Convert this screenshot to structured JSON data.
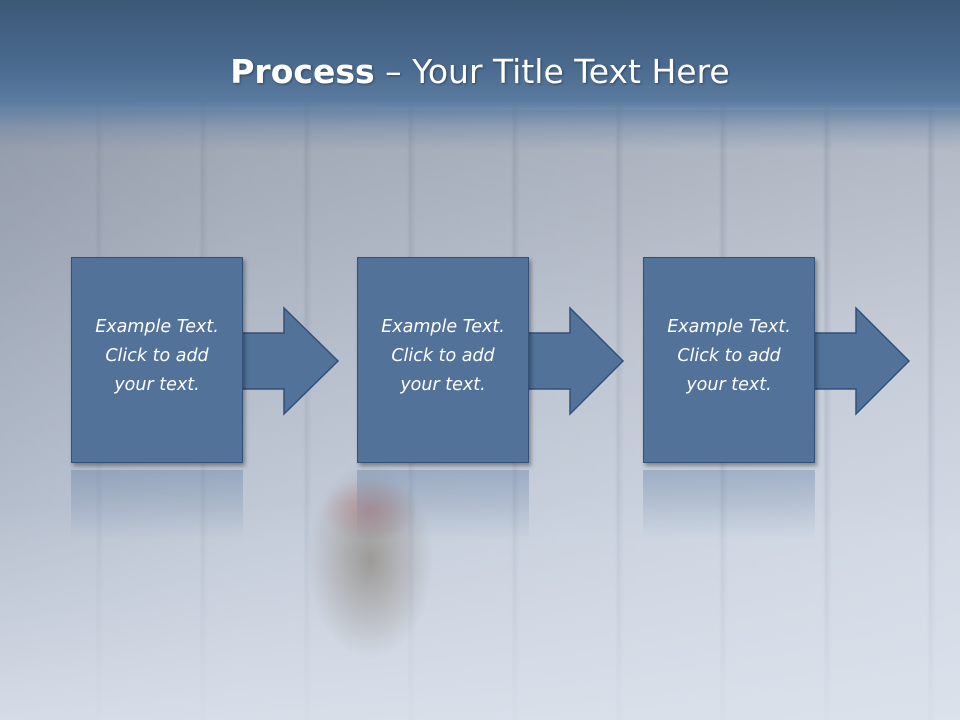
{
  "slide": {
    "title_bold": "Process",
    "title_rest": " – Your Title Text Here"
  },
  "steps": [
    {
      "line1": "Example Text.",
      "line2": "Click  to add",
      "line3": "your text."
    },
    {
      "line1": "Example Text.",
      "line2": "Click  to add",
      "line3": "your text."
    },
    {
      "line1": "Example Text.",
      "line2": "Click  to add",
      "line3": "your text."
    }
  ],
  "colors": {
    "box_fill": "#52729a",
    "box_border": "#33507a",
    "title_bar": "#4a6a8f",
    "text": "#ffffff"
  },
  "icons": [
    "right-arrow-icon",
    "right-arrow-icon",
    "right-arrow-icon"
  ]
}
